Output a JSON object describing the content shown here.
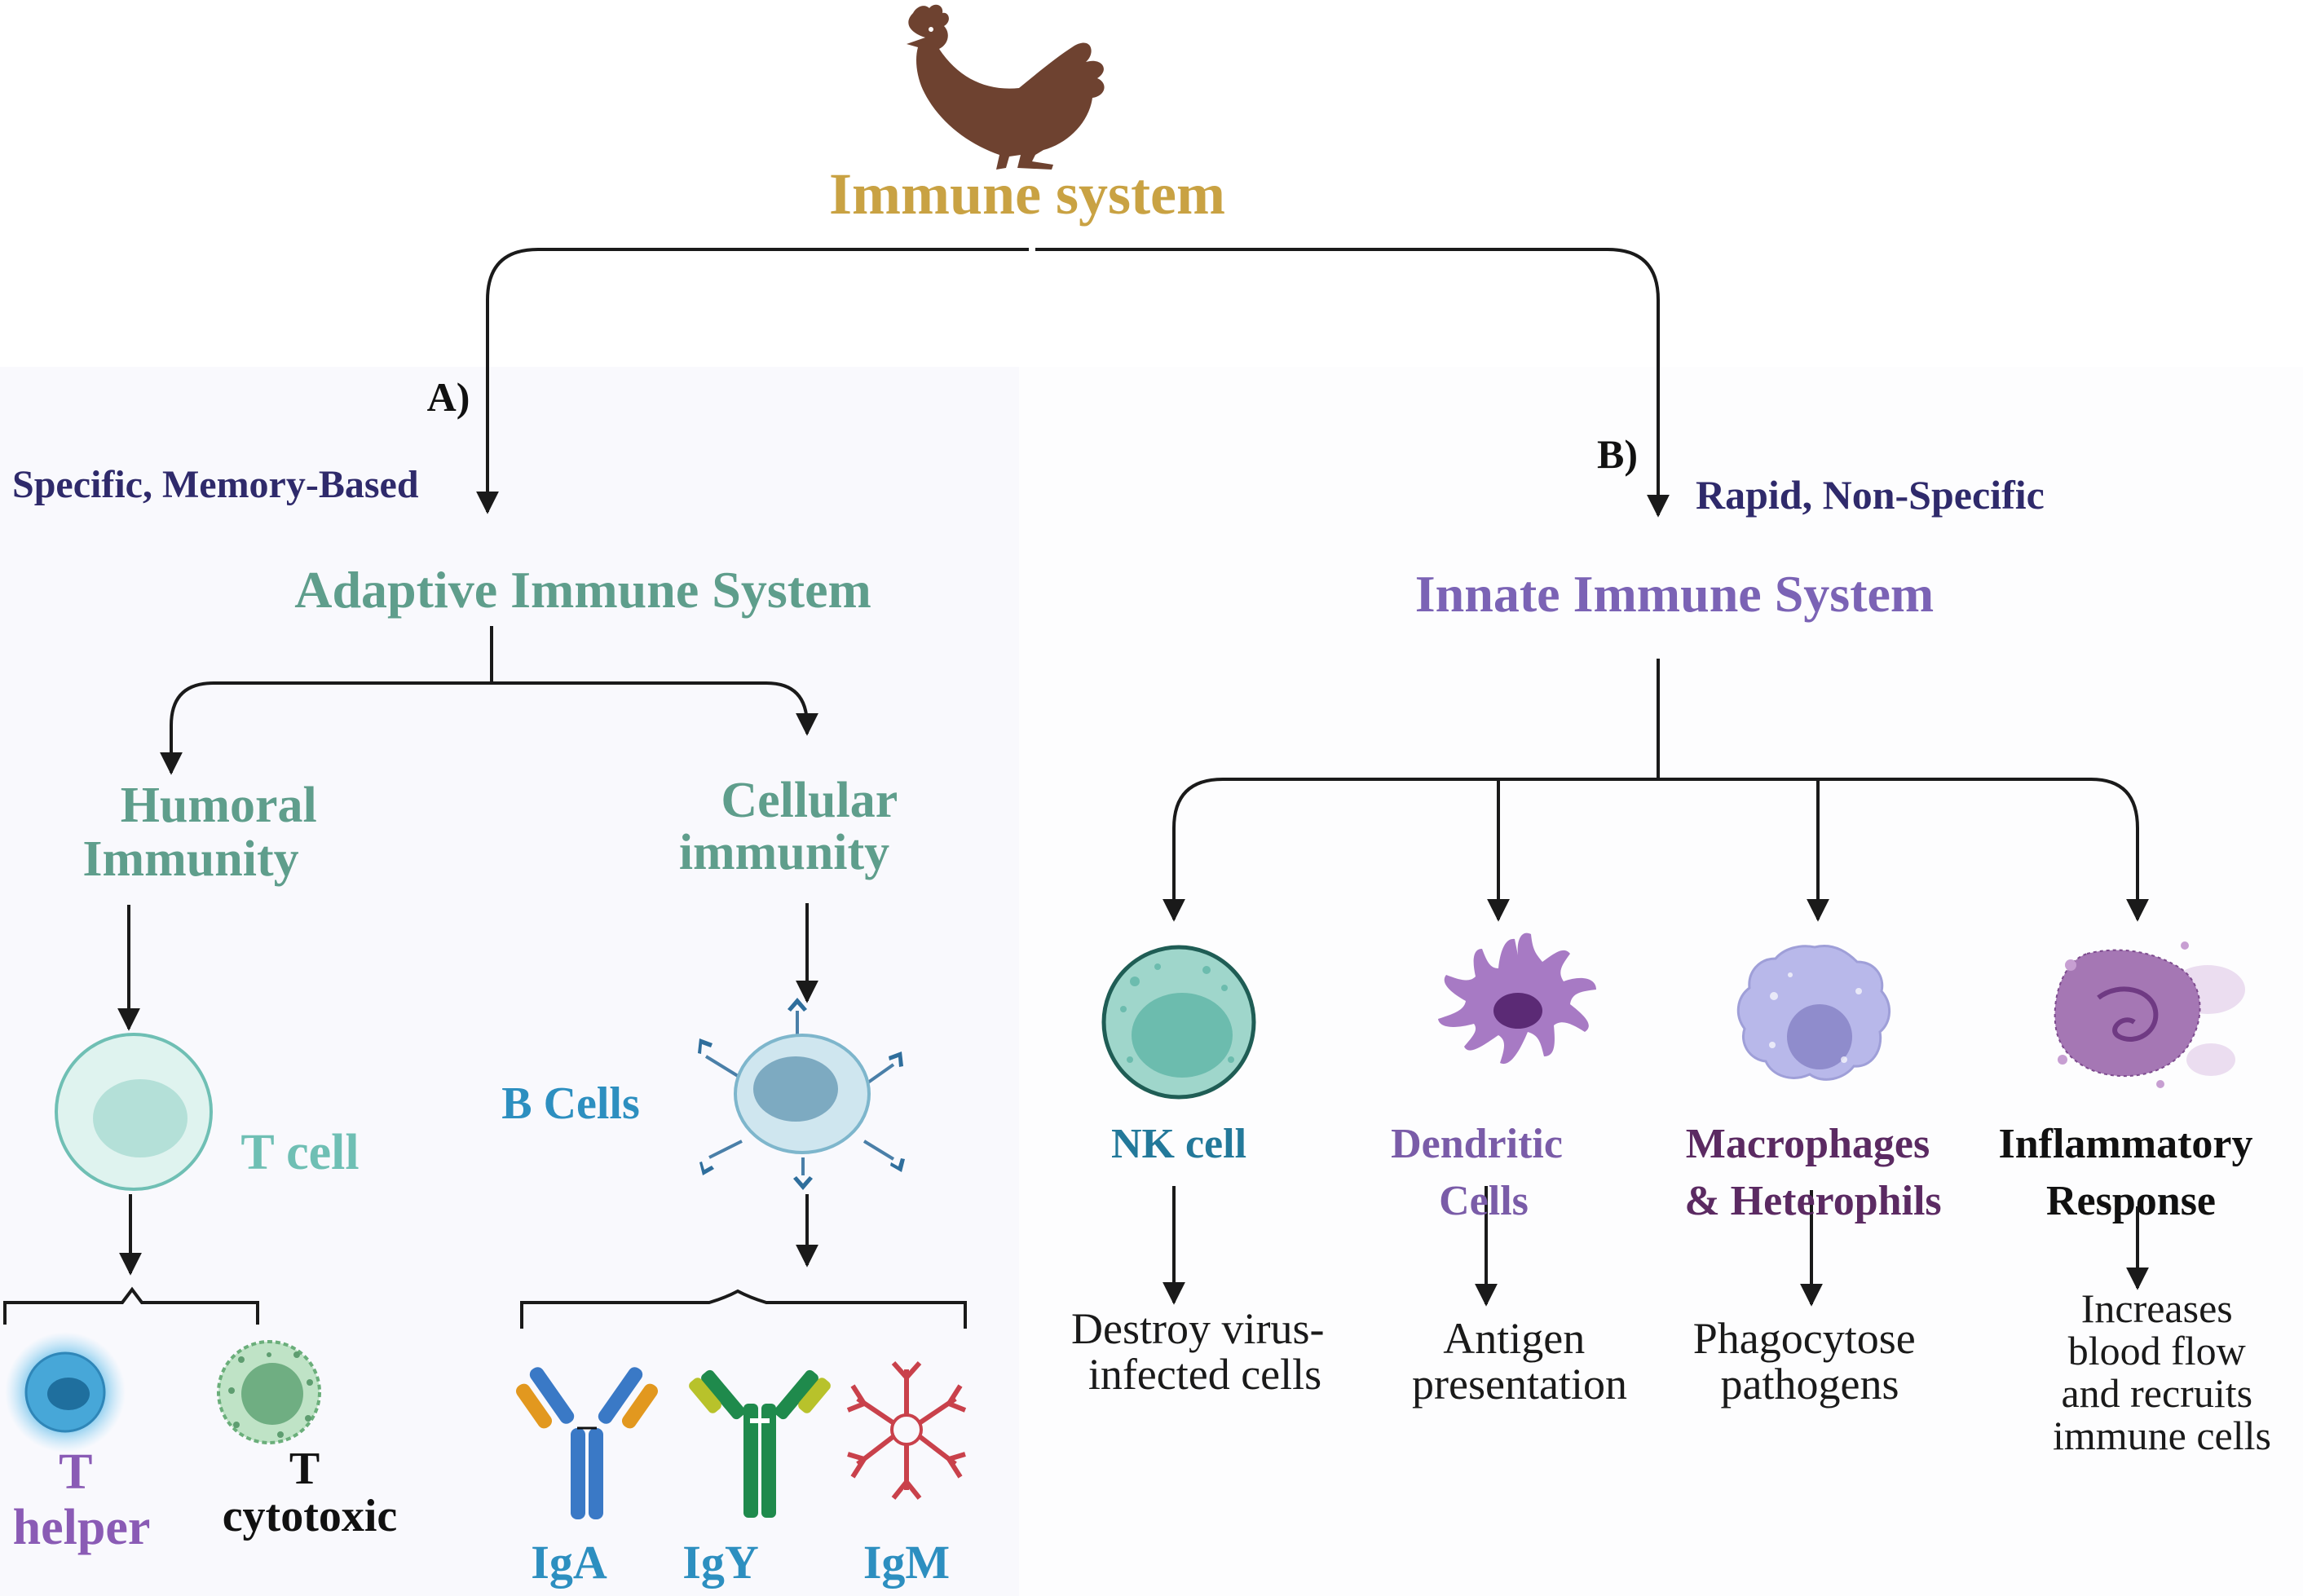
{
  "root": {
    "title": "Immune system",
    "icon": "chicken-icon"
  },
  "branch_a": {
    "label": "A)",
    "descriptor": "Specific, Memory-Based",
    "title": "Adaptive Immune System",
    "humoral": {
      "line1": "Humoral",
      "line2": "Immunity"
    },
    "cellular": {
      "line1": "Cellular",
      "line2": "immunity"
    },
    "t_cell": "T cell",
    "b_cells": "B Cells",
    "t_helper": {
      "line1": "T",
      "line2": "helper"
    },
    "t_cytotoxic": {
      "line1": "T",
      "line2": "cytotoxic"
    },
    "antibodies": [
      "IgA",
      "IgY",
      "IgM"
    ]
  },
  "branch_b": {
    "label": "B)",
    "descriptor": "Rapid, Non-Specific",
    "title": "Innate Immune System",
    "cells": [
      {
        "name": [
          "NK cell"
        ],
        "function": [
          "Destroy virus-",
          "infected cells"
        ]
      },
      {
        "name": [
          "Dendritic",
          "Cells"
        ],
        "function": [
          "Antigen",
          "presentation"
        ]
      },
      {
        "name": [
          "Macrophages",
          "& Heterophils"
        ],
        "function": [
          "Phagocytose",
          "pathogens"
        ]
      },
      {
        "name": [
          "Inflammatory",
          "Response"
        ],
        "function": [
          "Increases",
          "blood flow",
          "and recruits",
          "immune cells"
        ]
      }
    ]
  },
  "colors": {
    "root_title": "#c9a243",
    "adaptive_teal": "#5f9e8c",
    "t_cell_teal": "#6fbfb4",
    "descriptor_navy": "#2f2a6b",
    "b_cell_blue": "#2d8fc0",
    "innate_purple": "#7b63b5",
    "t_helper_purple": "#8a5bb5",
    "nk_teal": "#23799a",
    "dendritic_purple": "#7a5ca8",
    "macrophage_plum": "#5b2a62",
    "line": "#1a1a1a"
  }
}
